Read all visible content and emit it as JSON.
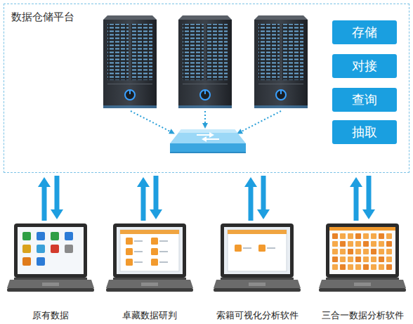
{
  "diagram": {
    "nodes": [
      {
        "text": [
          "数据仓储平台"
        ]
      },
      {
        "text": [
          "存储"
        ],
        "in": 0
      },
      {
        "text": [
          "对接"
        ],
        "in": 0
      },
      {
        "text": [
          "查询"
        ],
        "in": 0
      },
      {
        "text": [
          "抽取"
        ],
        "in": 0
      },
      {
        "text": [
          "原有数据"
        ]
      },
      {
        "text": [
          "卓藏数据研判"
        ]
      },
      {
        "text": [
          "索籍可视化分析软件"
        ]
      },
      {
        "text": [
          "三合一数据分析软件"
        ]
      }
    ],
    "edges": [
      {
        "from": 5,
        "to": 0,
        "arrow": "to"
      },
      {
        "from": 0,
        "to": 5,
        "arrow": "to"
      },
      {
        "from": 6,
        "to": 0,
        "arrow": "to"
      },
      {
        "from": 0,
        "to": 6,
        "arrow": "to"
      },
      {
        "from": 7,
        "to": 0,
        "arrow": "to"
      },
      {
        "from": 0,
        "to": 7,
        "arrow": "to"
      },
      {
        "from": 8,
        "to": 0,
        "arrow": "to"
      },
      {
        "from": 0,
        "to": 8,
        "arrow": "to"
      }
    ]
  }
}
